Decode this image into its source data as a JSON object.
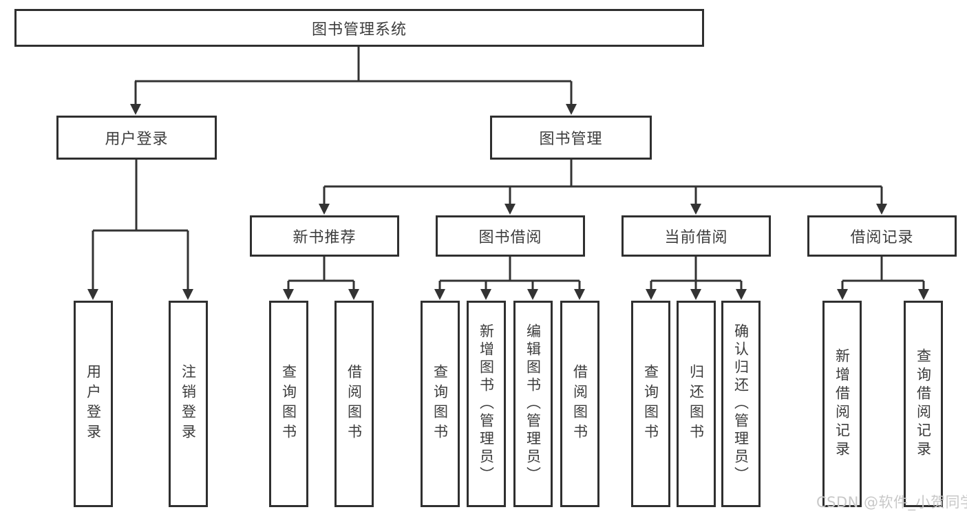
{
  "diagram": {
    "title_node": "图书管理系统",
    "tree": {
      "root": {
        "label": "图书管理系统",
        "children": [
          {
            "label": "用户登录",
            "children": [
              {
                "label": "用户登录"
              },
              {
                "label": "注销登录"
              }
            ]
          },
          {
            "label": "图书管理",
            "children": [
              {
                "label": "新书推荐",
                "children": [
                  {
                    "label": "查询图书"
                  },
                  {
                    "label": "借阅图书"
                  }
                ]
              },
              {
                "label": "图书借阅",
                "children": [
                  {
                    "label": "查询图书"
                  },
                  {
                    "label": "新增图书（管理员）"
                  },
                  {
                    "label": "编辑图书（管理员）"
                  },
                  {
                    "label": "借阅图书"
                  }
                ]
              },
              {
                "label": "当前借阅",
                "children": [
                  {
                    "label": "查询图书"
                  },
                  {
                    "label": "归还图书"
                  },
                  {
                    "label": "确认归还（管理员）"
                  }
                ]
              },
              {
                "label": "借阅记录",
                "children": [
                  {
                    "label": "新增借阅记录"
                  },
                  {
                    "label": "查询借阅记录"
                  }
                ]
              }
            ]
          }
        ]
      }
    },
    "colors": {
      "line": "#333333",
      "box_border": "#2f2f2f",
      "box_background": "#ffffff",
      "text": "#3c3c3c",
      "watermark": "#c8c8c8"
    }
  },
  "watermark": {
    "text": "CSDN @软件_小贺同学"
  }
}
